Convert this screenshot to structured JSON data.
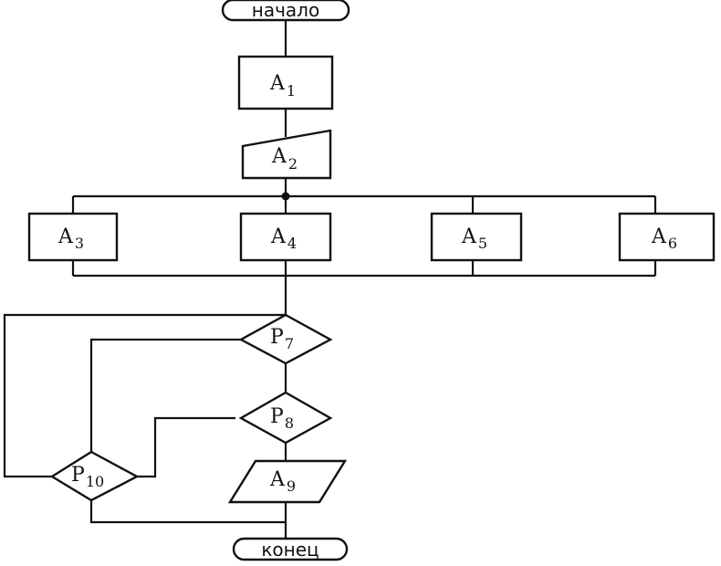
{
  "terminals": {
    "start": "начало",
    "end": "конец"
  },
  "blocks": [
    {
      "id": "A1",
      "letter": "A",
      "index": "1",
      "shape": "rectangle"
    },
    {
      "id": "A2",
      "letter": "A",
      "index": "2",
      "shape": "manual-input"
    },
    {
      "id": "A3",
      "letter": "A",
      "index": "3",
      "shape": "rectangle"
    },
    {
      "id": "A4",
      "letter": "A",
      "index": "4",
      "shape": "rectangle"
    },
    {
      "id": "A5",
      "letter": "A",
      "index": "5",
      "shape": "rectangle"
    },
    {
      "id": "A6",
      "letter": "A",
      "index": "6",
      "shape": "rectangle"
    },
    {
      "id": "A9",
      "letter": "A",
      "index": "9",
      "shape": "parallelogram"
    }
  ],
  "decisions": [
    {
      "id": "P7",
      "letter": "P",
      "index": "7"
    },
    {
      "id": "P8",
      "letter": "P",
      "index": "8"
    },
    {
      "id": "P10",
      "letter": "P",
      "index": "10"
    }
  ]
}
